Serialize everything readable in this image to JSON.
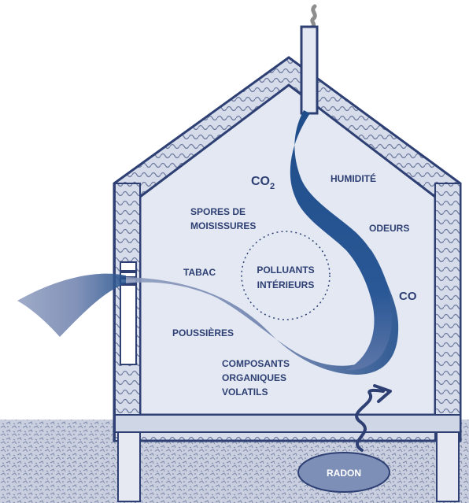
{
  "labels": {
    "co2_main": "CO",
    "co2_sub": "2",
    "humidite": "HUMIDITÉ",
    "spores_1": "SPORES DE",
    "spores_2": "MOISISSURES",
    "odeurs": "ODEURS",
    "tabac": "TABAC",
    "polluants_1": "POLLUANTS",
    "polluants_2": "INTÉRIEURS",
    "co": "CO",
    "poussieres": "POUSSIÈRES",
    "composants_1": "COMPOSANTS",
    "composants_2": "ORGANIQUES",
    "composants_3": "VOLATILS",
    "radon": "RADON"
  },
  "colors": {
    "outline": "#2d3f73",
    "interior": "#e3e8f2",
    "ribbon_dark": "#23508c",
    "ribbon_light": "#8e9cbe",
    "ground": "#b5bdd2"
  }
}
